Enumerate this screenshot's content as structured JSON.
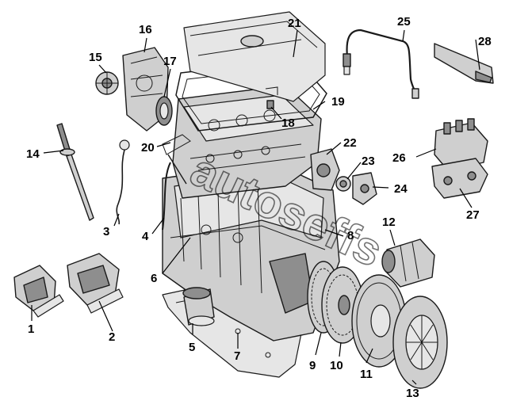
{
  "callouts": {
    "c1": "1",
    "c2": "2",
    "c3": "3",
    "c4": "4",
    "c5": "5",
    "c6": "6",
    "c7": "7",
    "c8": "8",
    "c9": "9",
    "c10": "10",
    "c11": "11",
    "c12": "12",
    "c13": "13",
    "c14": "14",
    "c15": "15",
    "c16": "16",
    "c17": "17",
    "c18": "18",
    "c19": "19",
    "c20": "20",
    "c21": "21",
    "c22": "22",
    "c23": "23",
    "c24": "24",
    "c25": "25",
    "c26": "26",
    "c27": "27",
    "c28": "28"
  },
  "watermark": "autoseffs"
}
